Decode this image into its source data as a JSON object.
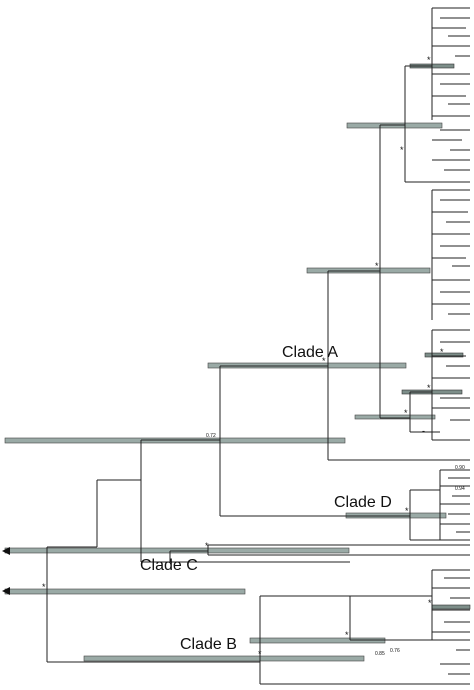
{
  "clade_labels": {
    "a": "Clade A",
    "b": "Clade B",
    "c": "Clade C",
    "d": "Clade D"
  },
  "support_values": {
    "star": "*",
    "dash": "-",
    "root_split": "0.72",
    "clade_d_1": "0.90",
    "clade_d_2": "0.94",
    "clade_b_1": "0.85",
    "clade_b_2": "0.76"
  },
  "colors": {
    "branch": "#222222",
    "interval_bar": "#9aaaa6",
    "interval_bar_dark": "#7d8e89",
    "background": "#ffffff"
  }
}
